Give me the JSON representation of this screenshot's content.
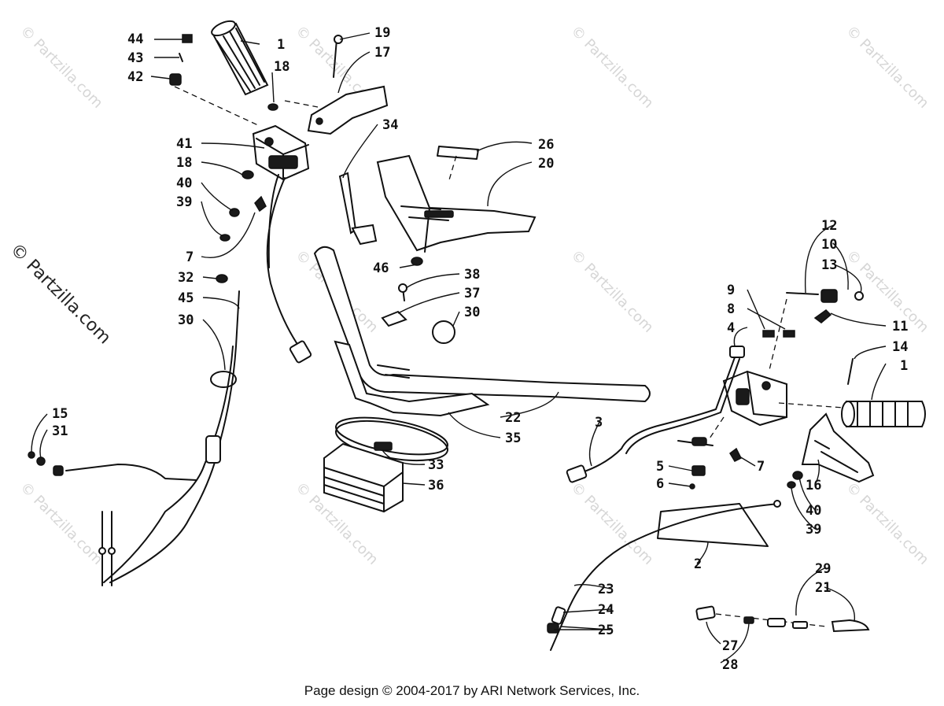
{
  "diagram": {
    "watermark_text": "© Partzilla.com",
    "side_watermark_text": "© Partzilla.com",
    "callouts": {
      "c44": "44",
      "c43": "43",
      "c42": "42",
      "c1a": "1",
      "c18a": "18",
      "c19": "19",
      "c17": "17",
      "c34": "34",
      "c26": "26",
      "c20": "20",
      "c41": "41",
      "c18b": "18",
      "c40a": "40",
      "c39a": "39",
      "c7a": "7",
      "c32": "32",
      "c45": "45",
      "c30a": "30",
      "c46": "46",
      "c38": "38",
      "c37": "37",
      "c30b": "30",
      "c15": "15",
      "c31": "31",
      "c22": "22",
      "c35": "35",
      "c33": "33",
      "c36": "36",
      "c12": "12",
      "c10": "10",
      "c13": "13",
      "c9": "9",
      "c8": "8",
      "c4": "4",
      "c11": "11",
      "c14": "14",
      "c1b": "1",
      "c3": "3",
      "c5": "5",
      "c6": "6",
      "c7b": "7",
      "c16": "16",
      "c40b": "40",
      "c39b": "39",
      "c2": "2",
      "c23": "23",
      "c24": "24",
      "c25": "25",
      "c29": "29",
      "c21": "21",
      "c27": "27",
      "c28": "28"
    }
  },
  "footer": {
    "copyright": "Page design © 2004-2017 by ARI Network Services, Inc."
  }
}
